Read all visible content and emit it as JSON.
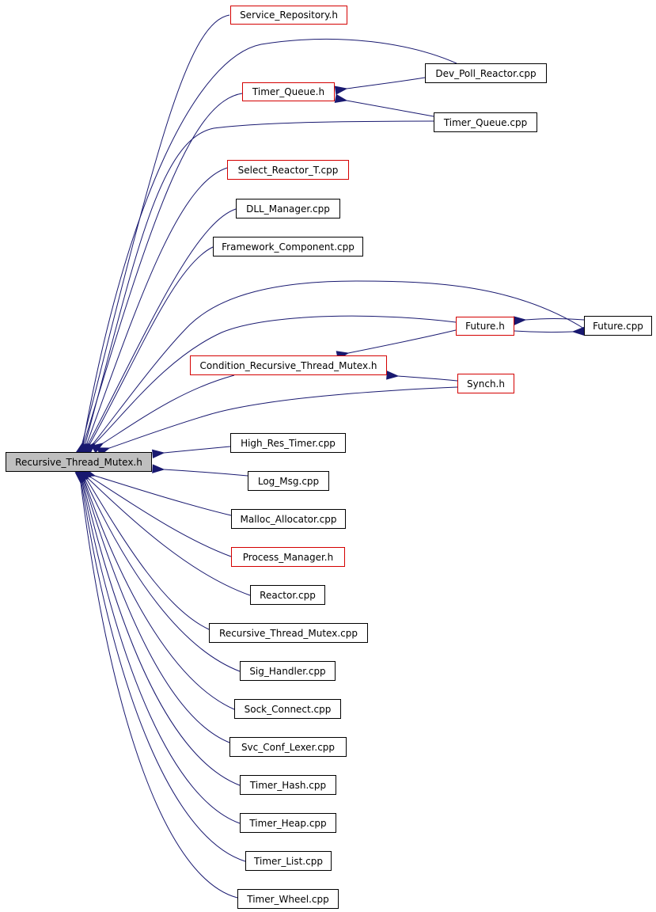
{
  "colors": {
    "edge": "#191970",
    "node_border": "#000000",
    "linked_border": "#d40000",
    "root_fill": "#bfbfbf",
    "background": "#ffffff"
  },
  "nodes": {
    "root": {
      "label": "Recursive_Thread_Mutex.h"
    },
    "service_repository": {
      "label": "Service_Repository.h"
    },
    "dev_poll_reactor": {
      "label": "Dev_Poll_Reactor.cpp"
    },
    "timer_queue_h": {
      "label": "Timer_Queue.h"
    },
    "timer_queue_cpp": {
      "label": "Timer_Queue.cpp"
    },
    "select_reactor_t": {
      "label": "Select_Reactor_T.cpp"
    },
    "dll_manager": {
      "label": "DLL_Manager.cpp"
    },
    "framework_component": {
      "label": "Framework_Component.cpp"
    },
    "future_h": {
      "label": "Future.h"
    },
    "future_cpp": {
      "label": "Future.cpp"
    },
    "condition_recursive": {
      "label": "Condition_Recursive_Thread_Mutex.h"
    },
    "synch_h": {
      "label": "Synch.h"
    },
    "high_res_timer": {
      "label": "High_Res_Timer.cpp"
    },
    "log_msg": {
      "label": "Log_Msg.cpp"
    },
    "malloc_allocator": {
      "label": "Malloc_Allocator.cpp"
    },
    "process_manager": {
      "label": "Process_Manager.h"
    },
    "reactor": {
      "label": "Reactor.cpp"
    },
    "recursive_cpp": {
      "label": "Recursive_Thread_Mutex.cpp"
    },
    "sig_handler": {
      "label": "Sig_Handler.cpp"
    },
    "sock_connect": {
      "label": "Sock_Connect.cpp"
    },
    "svc_conf_lexer": {
      "label": "Svc_Conf_Lexer.cpp"
    },
    "timer_hash": {
      "label": "Timer_Hash.cpp"
    },
    "timer_heap": {
      "label": "Timer_Heap.cpp"
    },
    "timer_list": {
      "label": "Timer_List.cpp"
    },
    "timer_wheel": {
      "label": "Timer_Wheel.cpp"
    }
  },
  "edges": [
    {
      "from": "service_repository",
      "to": "root"
    },
    {
      "from": "dev_poll_reactor",
      "to": "root"
    },
    {
      "from": "dev_poll_reactor",
      "to": "timer_queue_h"
    },
    {
      "from": "timer_queue_h",
      "to": "root"
    },
    {
      "from": "timer_queue_cpp",
      "to": "timer_queue_h"
    },
    {
      "from": "timer_queue_cpp",
      "to": "root"
    },
    {
      "from": "select_reactor_t",
      "to": "root"
    },
    {
      "from": "dll_manager",
      "to": "root"
    },
    {
      "from": "framework_component",
      "to": "root"
    },
    {
      "from": "future_cpp",
      "to": "root"
    },
    {
      "from": "future_cpp",
      "to": "future_h"
    },
    {
      "from": "future_h",
      "to": "future_cpp"
    },
    {
      "from": "future_h",
      "to": "root"
    },
    {
      "from": "future_h",
      "to": "condition_recursive"
    },
    {
      "from": "condition_recursive",
      "to": "root"
    },
    {
      "from": "synch_h",
      "to": "condition_recursive"
    },
    {
      "from": "synch_h",
      "to": "root"
    },
    {
      "from": "high_res_timer",
      "to": "root"
    },
    {
      "from": "log_msg",
      "to": "root"
    },
    {
      "from": "malloc_allocator",
      "to": "root"
    },
    {
      "from": "process_manager",
      "to": "root"
    },
    {
      "from": "reactor",
      "to": "root"
    },
    {
      "from": "recursive_cpp",
      "to": "root"
    },
    {
      "from": "sig_handler",
      "to": "root"
    },
    {
      "from": "sock_connect",
      "to": "root"
    },
    {
      "from": "svc_conf_lexer",
      "to": "root"
    },
    {
      "from": "timer_hash",
      "to": "root"
    },
    {
      "from": "timer_heap",
      "to": "root"
    },
    {
      "from": "timer_list",
      "to": "root"
    },
    {
      "from": "timer_wheel",
      "to": "root"
    }
  ]
}
